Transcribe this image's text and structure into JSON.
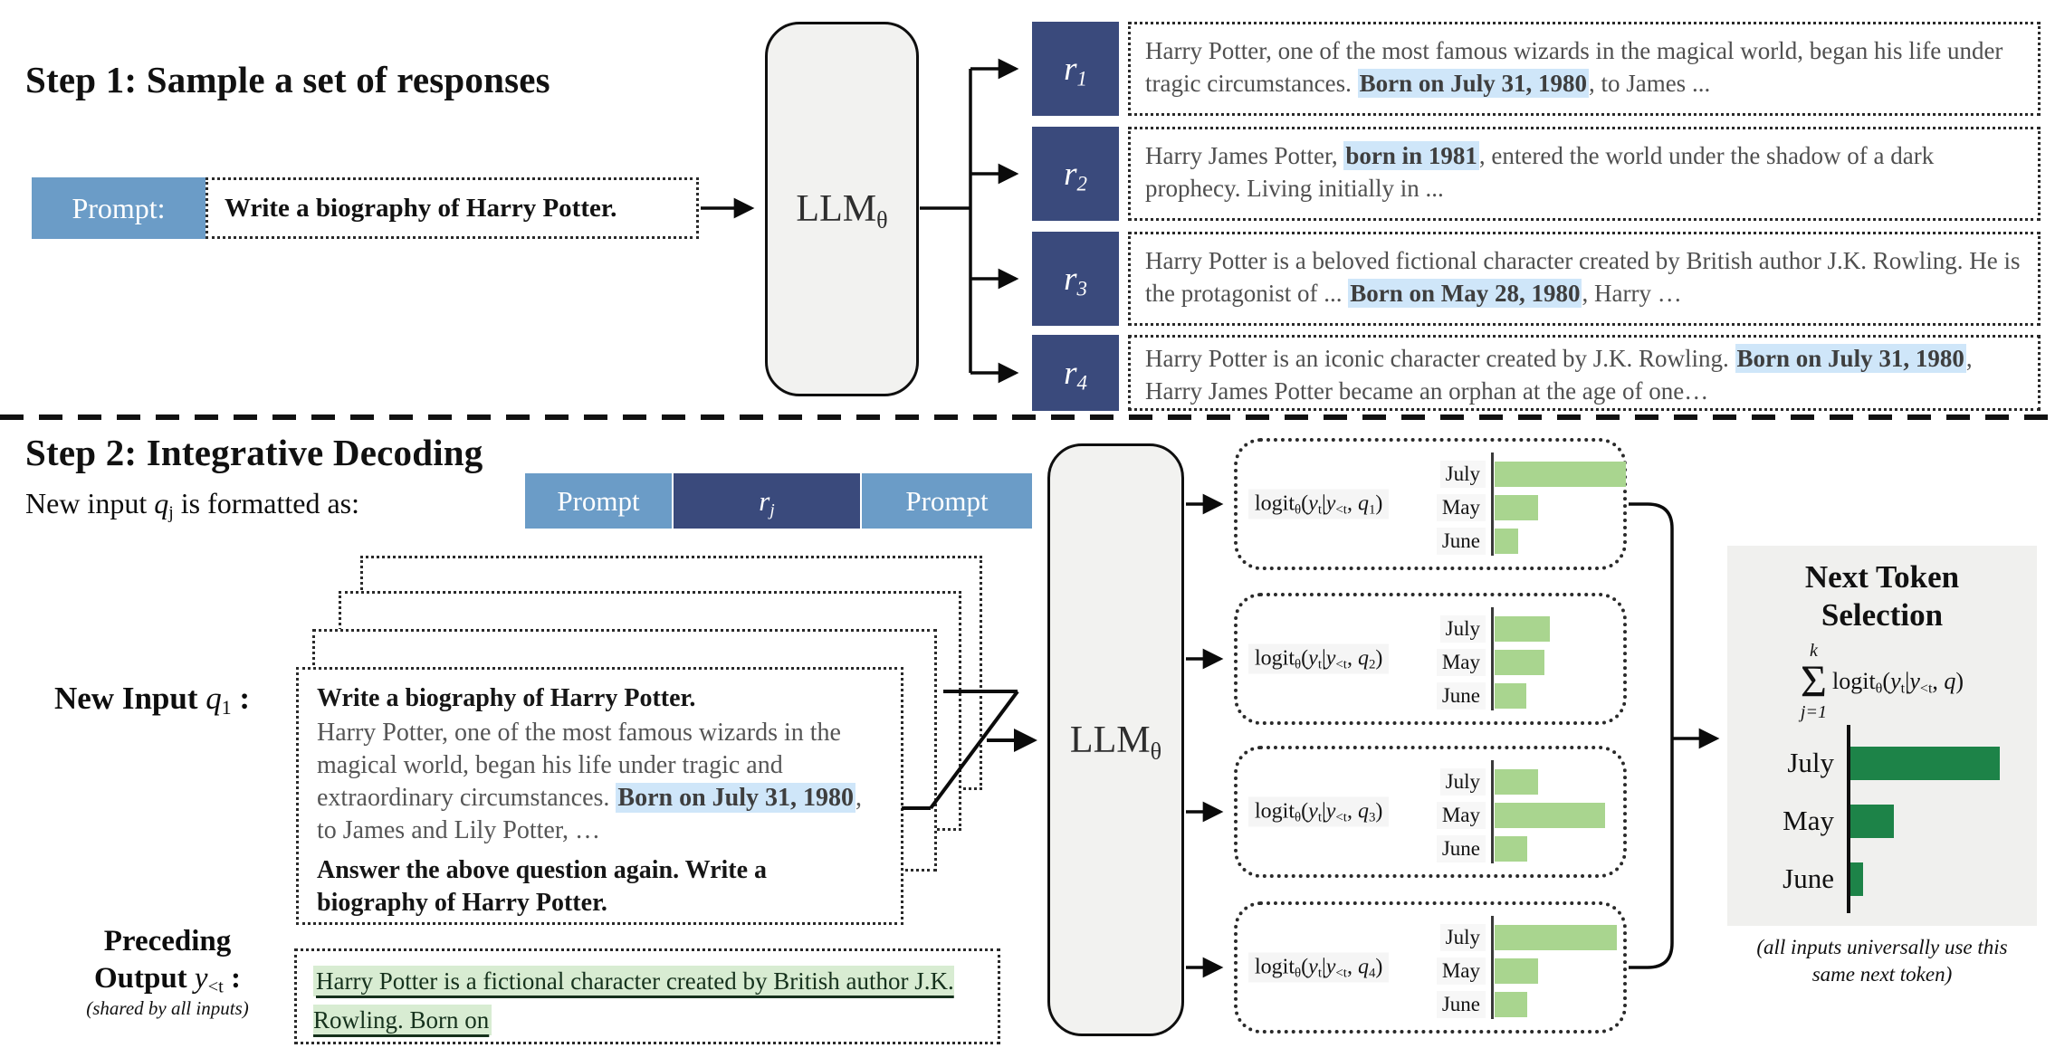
{
  "colors": {
    "prompt_blue": "#6b9cc7",
    "response_navy": "#3a4a7c",
    "highlight_blue": "#cfe6f9",
    "highlight_green": "#d8ecd2",
    "bar_light_green": "#a9d58f",
    "bar_dark_green": "#1d8348",
    "panel_gray": "#f0f0ee",
    "llm_fill": "#f2f2f0"
  },
  "step1": {
    "title": "Step 1: Sample a set of responses",
    "prompt_label": "Prompt:",
    "prompt_text": "Write a biography of Harry Potter.",
    "llm": {
      "name": "LLM",
      "sub": "θ"
    },
    "responses": [
      {
        "var": "r",
        "sub": "1",
        "pre": "Harry Potter, one of the most famous wizards in the magical world, began his life under tragic circumstances. ",
        "highlight": "Born on July 31, 1980",
        "post": ", to James ..."
      },
      {
        "var": "r",
        "sub": "2",
        "pre": "Harry James Potter, ",
        "highlight": "born in 1981",
        "post": ", entered the world under the shadow of a dark prophecy. Living initially in ..."
      },
      {
        "var": "r",
        "sub": "3",
        "pre": "Harry Potter is a beloved fictional character created by British author J.K. Rowling. He is the protagonist of ... ",
        "highlight": "Born on May 28, 1980",
        "post": ", Harry …"
      },
      {
        "var": "r",
        "sub": "4",
        "pre": "Harry Potter is an iconic character created by J.K. Rowling. ",
        "highlight": "Born on July 31, 1980",
        "post": ", Harry James Potter became an orphan at the age of one…"
      }
    ]
  },
  "step2": {
    "title": "Step 2:  Integrative Decoding",
    "format_line": {
      "pre": "New input ",
      "var": "q",
      "sub": "j",
      "post": " is formatted as:"
    },
    "format_bar": {
      "left": "Prompt",
      "mid_var": "r",
      "mid_sub": "j",
      "right": "Prompt"
    },
    "new_input_label": {
      "pre": "New Input ",
      "var": "q",
      "sub": "1",
      "post": " :"
    },
    "new_input": {
      "question": "Write a biography of Harry Potter.",
      "body_pre": "Harry Potter, one of the most famous wizards in the magical world, began his life under tragic and extraordinary circumstances. ",
      "body_highlight": "Born on July 31, 1980",
      "body_post": ", to James and Lily Potter, …",
      "followup": "Answer the above question again. Write a biography of Harry Potter."
    },
    "preceding": {
      "label_line1": "Preceding",
      "label_line2_pre": "Output ",
      "var": "y",
      "sub": "<t",
      "colon": " :",
      "note": "(shared by all inputs)",
      "text": "Harry Potter is a fictional character created by British author J.K. Rowling. Born on "
    },
    "llm": {
      "name": "LLM",
      "sub": "θ"
    },
    "formula": {
      "fn": "logit",
      "fnsub": "θ",
      "open": "(",
      "y": "y",
      "ysub": "t",
      "bar": "|",
      "y2": "y",
      "y2sub": "<t",
      "comma": ", ",
      "q": "q",
      "close": ")"
    },
    "logit_boxes": [
      {
        "qsub": "1"
      },
      {
        "qsub": "2"
      },
      {
        "qsub": "3"
      },
      {
        "qsub": "4"
      }
    ],
    "token_labels": [
      "July",
      "May",
      "June"
    ],
    "next_token": {
      "title_line1": "Next Token",
      "title_line2": "Selection",
      "sum_top": "k",
      "sum_sigma": "Σ",
      "sum_bottom": "j=1",
      "caption_line1": "(all inputs universally use this",
      "caption_line2": "same next token)"
    }
  },
  "chart_data": [
    {
      "type": "bar",
      "orientation": "horizontal",
      "group": "logit(y_t | y_<t, q_1)",
      "categories": [
        "July",
        "May",
        "June"
      ],
      "values": [
        1.0,
        0.33,
        0.18
      ],
      "ylim": [
        0,
        1
      ],
      "grid": false
    },
    {
      "type": "bar",
      "orientation": "horizontal",
      "group": "logit(y_t | y_<t, q_2)",
      "categories": [
        "July",
        "May",
        "June"
      ],
      "values": [
        0.42,
        0.38,
        0.24
      ],
      "ylim": [
        0,
        1
      ],
      "grid": false
    },
    {
      "type": "bar",
      "orientation": "horizontal",
      "group": "logit(y_t | y_<t, q_3)",
      "categories": [
        "July",
        "May",
        "June"
      ],
      "values": [
        0.33,
        0.84,
        0.25
      ],
      "ylim": [
        0,
        1
      ],
      "grid": false
    },
    {
      "type": "bar",
      "orientation": "horizontal",
      "group": "logit(y_t | y_<t, q_4)",
      "categories": [
        "July",
        "May",
        "June"
      ],
      "values": [
        0.93,
        0.33,
        0.25
      ],
      "ylim": [
        0,
        1
      ],
      "grid": false
    },
    {
      "type": "bar",
      "orientation": "horizontal",
      "group": "next token selection (summed logits)",
      "categories": [
        "July",
        "May",
        "June"
      ],
      "values": [
        0.97,
        0.28,
        0.08
      ],
      "ylim": [
        0,
        1
      ],
      "grid": false
    }
  ]
}
